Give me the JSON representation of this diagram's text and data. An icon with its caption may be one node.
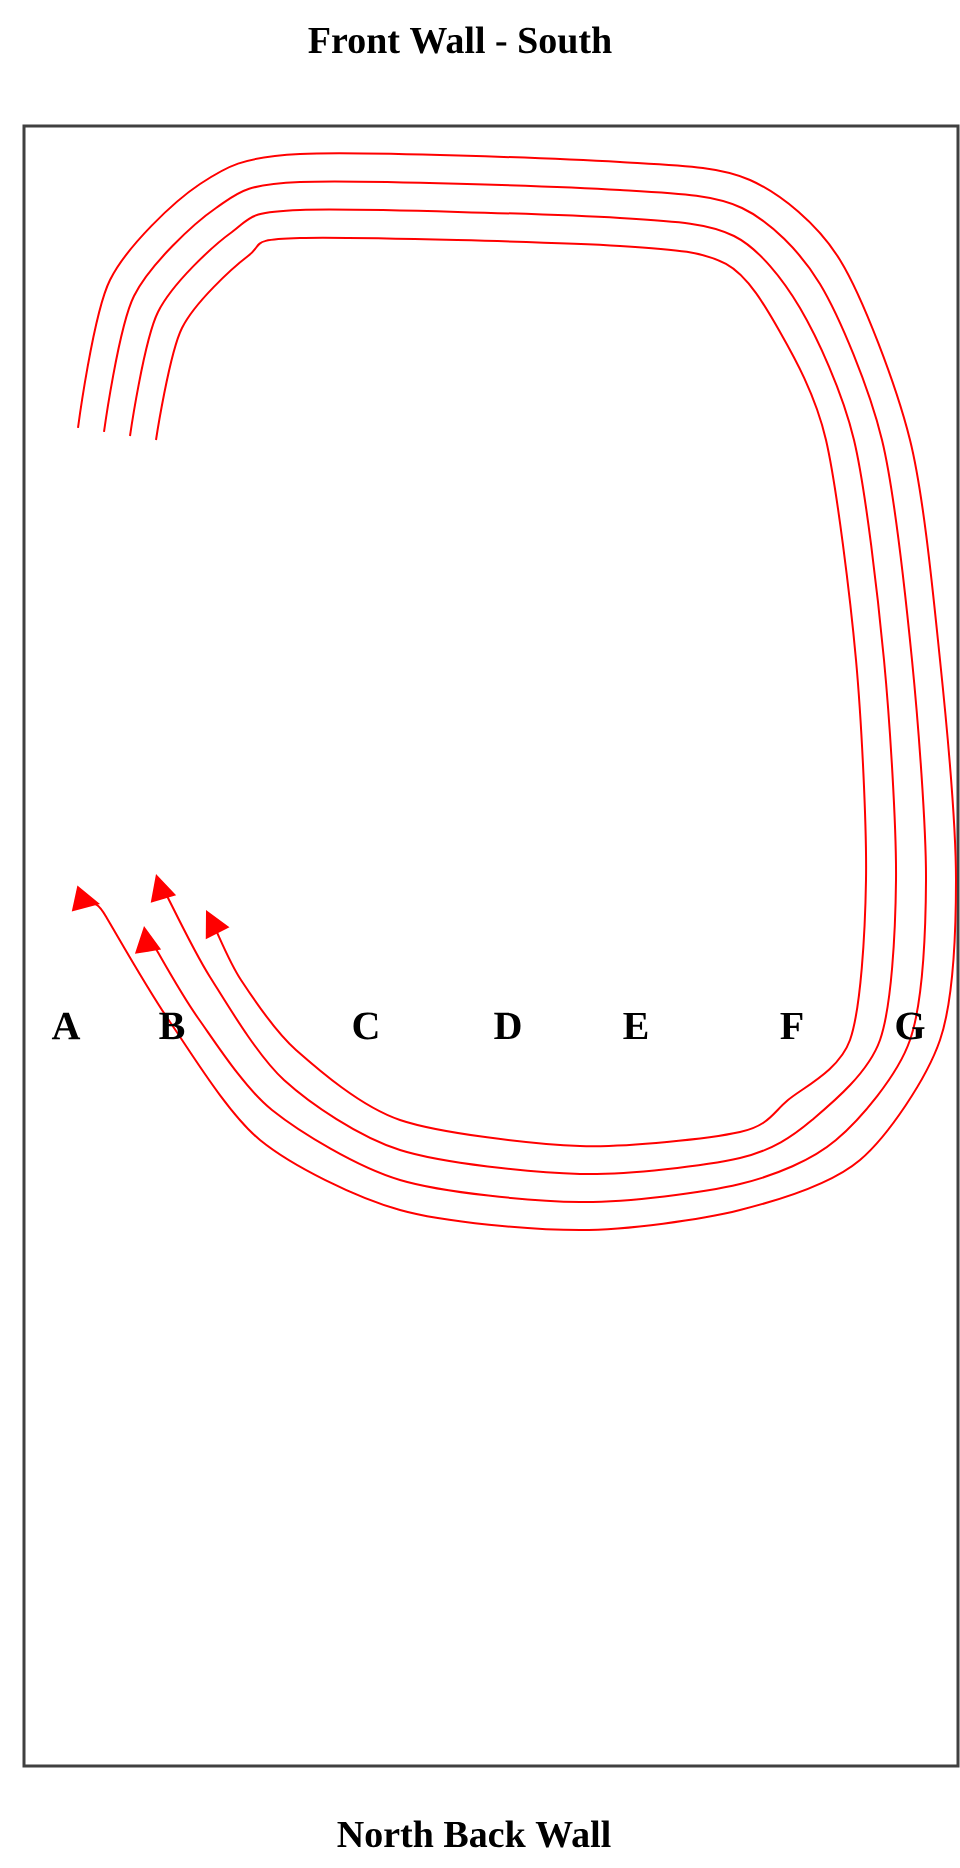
{
  "diagram": {
    "title": "Front Wall - South",
    "caption": "North Back Wall",
    "labels": [
      "A",
      "B",
      "C",
      "D",
      "E",
      "F",
      "G"
    ]
  }
}
